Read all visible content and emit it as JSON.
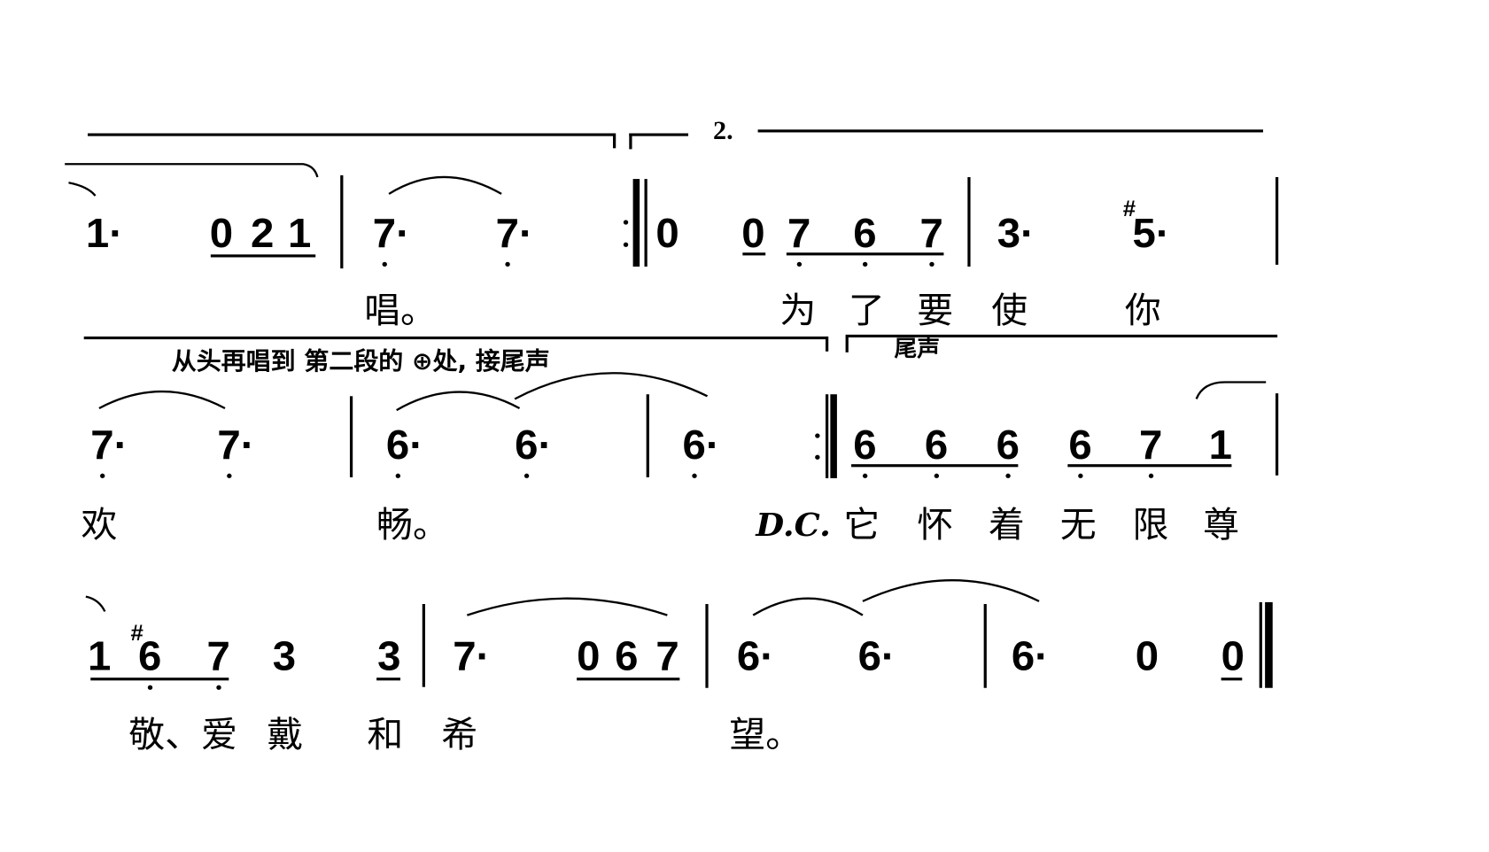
{
  "brackets": {
    "second_ending": "2.",
    "coda": "尾声"
  },
  "instruction": "从头再唱到 第二段的 ⊕处, 接尾声",
  "dc": "D.C.",
  "rows": [
    {
      "notes": [
        {
          "t": "1·"
        },
        {
          "t": "0"
        },
        {
          "t": "2"
        },
        {
          "t": "1"
        },
        {
          "t": "7·",
          "low": true
        },
        {
          "t": "7·",
          "low": true
        },
        {
          "t": "0"
        },
        {
          "t": "0"
        },
        {
          "t": "7",
          "low": true
        },
        {
          "t": "6",
          "low": true
        },
        {
          "t": "7",
          "low": true
        },
        {
          "t": "3·"
        },
        {
          "t": "5·",
          "acc": "#"
        }
      ],
      "lyrics": [
        "唱。",
        "为",
        "了",
        "要",
        "使",
        "你"
      ]
    },
    {
      "notes": [
        {
          "t": "7·",
          "low": true
        },
        {
          "t": "7·",
          "low": true
        },
        {
          "t": "6·",
          "low": true
        },
        {
          "t": "6·",
          "low": true
        },
        {
          "t": "6·",
          "low": true
        },
        {
          "t": "6",
          "low": true
        },
        {
          "t": "6",
          "low": true
        },
        {
          "t": "6",
          "low": true
        },
        {
          "t": "6",
          "low": true
        },
        {
          "t": "7",
          "low": true
        },
        {
          "t": "1"
        }
      ],
      "lyrics": [
        "欢",
        "畅。",
        "它",
        "怀",
        "着",
        "无",
        "限",
        "尊"
      ]
    },
    {
      "notes": [
        {
          "t": "1"
        },
        {
          "t": "6",
          "acc": "#",
          "low": true
        },
        {
          "t": "7",
          "low": true
        },
        {
          "t": "3"
        },
        {
          "t": "3"
        },
        {
          "t": "7·"
        },
        {
          "t": "0"
        },
        {
          "t": "6"
        },
        {
          "t": "7"
        },
        {
          "t": "6·"
        },
        {
          "t": "6·"
        },
        {
          "t": "6·"
        },
        {
          "t": "0"
        },
        {
          "t": "0"
        }
      ],
      "lyrics": [
        "敬、爱",
        "戴",
        "和",
        "希",
        "望。"
      ]
    }
  ]
}
